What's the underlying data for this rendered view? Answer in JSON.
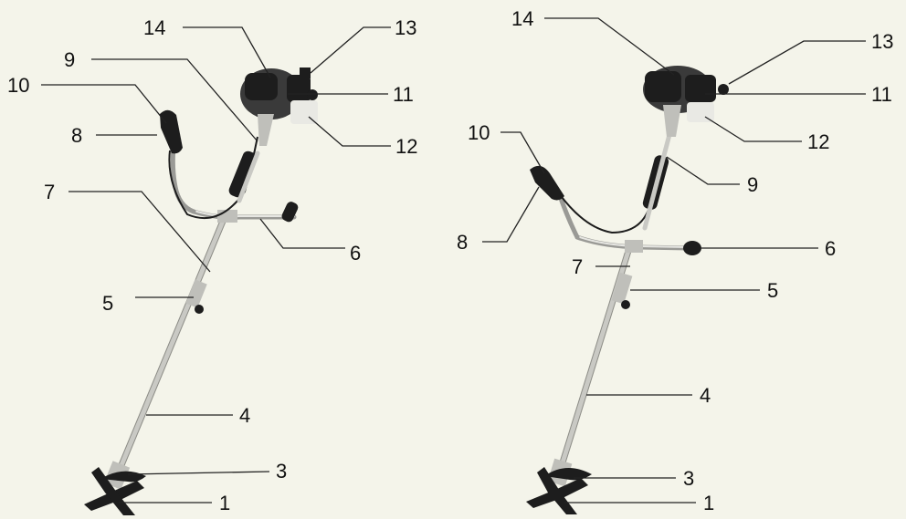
{
  "left_figure": {
    "callouts": [
      "1",
      "3",
      "4",
      "5",
      "6",
      "7",
      "8",
      "9",
      "10",
      "11",
      "12",
      "13",
      "14"
    ]
  },
  "right_figure": {
    "callouts": [
      "1",
      "3",
      "4",
      "5",
      "6",
      "7",
      "8",
      "9",
      "10",
      "11",
      "12",
      "13",
      "14"
    ]
  }
}
